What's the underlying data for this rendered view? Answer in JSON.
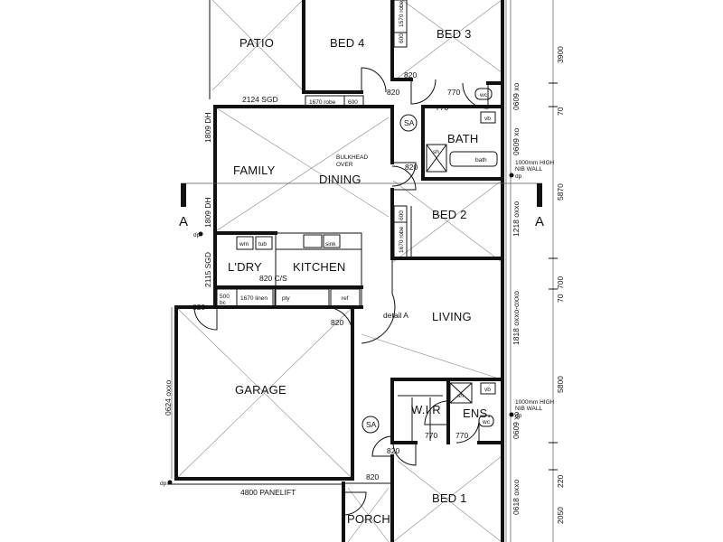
{
  "rooms": {
    "patio": "PATIO",
    "bed4": "BED 4",
    "bed3": "BED 3",
    "bath": "BATH",
    "family": "FAMILY",
    "dining": "DINING",
    "bed2": "BED 2",
    "laundry": "L'DRY",
    "kitchen": "KITCHEN",
    "living": "LIVING",
    "garage": "GARAGE",
    "wir": "W.I.R",
    "ensuite": "ENS.",
    "bed1": "BED 1",
    "porch": "PORCH"
  },
  "labels": {
    "sgd_patio": "2124 SGD",
    "robe_1670_bed4": "1670 robe",
    "robe_600_bed4": "600",
    "robe_1570": "1570 robe",
    "robe_600_bed3": "600",
    "door_820_a": "820",
    "door_820_b": "820",
    "door_770_a": "770",
    "door_770_b": "770",
    "wc_top": "wc",
    "vb_top": "vb",
    "sa_top": "SA",
    "bulkhead": "BULKHEAD",
    "bulkhead2": "OVER",
    "door_820_c": "820",
    "sh_bath": "sh",
    "bath_tub": "bath",
    "nib_wall_top": "1000mm HIGH",
    "nib_wall_top2": "NIB WALL",
    "dp_right_top": "dp",
    "dh_1809_a": "1809 DH",
    "dh_1809_b": "1809 DH",
    "section_a_left": "A",
    "section_a_right": "A",
    "robe_600_bed2": "600",
    "robe_1670_bed2": "1670 robe",
    "dp_left": "dp",
    "wm": "wm",
    "tub": "tub",
    "sink": "sink",
    "sgd_2115": "2115 SGD",
    "cs_820": "820 C/S",
    "bc_500": "500",
    "bc_500b": "bc",
    "linen_1670": "1670 linen",
    "pantry": "pty",
    "ref": "ref",
    "door_820_laundry": "820",
    "door_820_living": "820",
    "detail_a": "detail A",
    "sh_ens": "sh",
    "vb_ens": "vb",
    "wc_ens": "wc",
    "nib_wall_bot": "1000mm HIGH",
    "nib_wall_bot2": "NIB WALL",
    "dp_right_bot": "dp",
    "sa_bot": "SA",
    "door_770_wir": "770",
    "door_770_ens": "770",
    "door_820_hall": "820",
    "door_820_bed1": "820",
    "panelift": "4800 PANELIFT",
    "dp_bottom_left": "dp",
    "oxxo_garage": "0624 oxxo",
    "win_0609_top": "0609 xo",
    "win_0609_bath": "0609 xo",
    "win_1218": "1218 oxxo",
    "win_1818": "1818 oxxo-oxxo",
    "win_0609_ens": "0609 xo",
    "win_0618": "0618 oxxo",
    "dim_3900": "3900",
    "dim_70_a": "70",
    "dim_5870": "5870",
    "dim_70_b": "70",
    "dim_700": "700",
    "dim_5800": "5800",
    "dim_220": "220",
    "dim_2050": "2050"
  }
}
